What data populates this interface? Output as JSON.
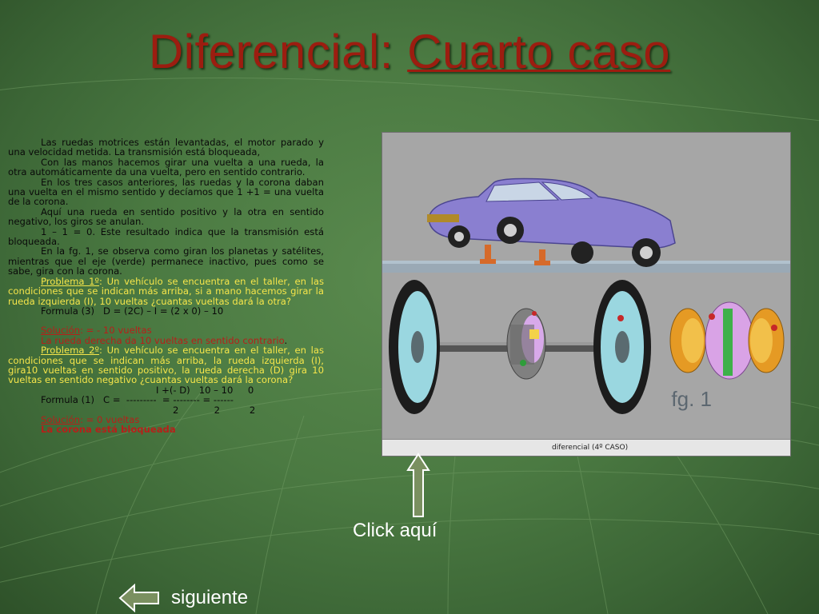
{
  "title": {
    "part1": "Diferencial: ",
    "part2": "Cuarto caso"
  },
  "body": {
    "p1": "Las ruedas motrices están levantadas, el motor parado y una velocidad metida. La transmisión está bloqueada,",
    "p2": "Con las manos hacemos girar una vuelta a una rueda, la otra automáticamente da una vuelta, pero en sentido contrario.",
    "p3": "En los tres casos anteriores, las ruedas y la corona daban una vuelta en el mismo sentido y decíamos que 1 +1 = una vuelta de la corona.",
    "p4": "Aquí una rueda en sentido positivo y la otra en sentido negativo, los giros se anulan.",
    "p5": "1 – 1 = 0. Este resultado indica que la transmisión está bloqueada.",
    "p6": "En la fg. 1, se observa como giran los planetas y satélites, mientras que el eje (verde) permanece inactivo, pues como se sabe, gira con la corona.",
    "prob1_label": "Problema 1º",
    "prob1_text": ": Un vehículo se encuentra en el taller, en las condiciones que se indican más arriba, si a mano hacemos girar la rueda izquierda (I), 10 vueltas ¿cuantas vueltas dará la otra?",
    "formula3": "Formula (3)   D = (2C) – I = (2 x 0) – 10",
    "sol1_label": "Solución",
    "sol1_text": ": = - 10 vueltas",
    "sol1_note_a": "La rueda derecha da 10 vueltas en sentido contrario",
    "sol1_note_b": ".",
    "prob2_label": "Problema 2º",
    "prob2_text": ": Un vehículo se encuentra en el taller, en las condiciones que se indican más arriba, la rueda izquierda (I), gira10 vueltas en sentido positivo, la rueda derecha (D) gira 10 vueltas en sentido negativo ¿cuantas vueltas dará la corona?",
    "f1_numer": "I +(- D)   10 – 10     0",
    "f1_main": "Formula (1)   C =  ---------  = -------- = ------",
    "f1_denom": "2            2          2",
    "sol2_label": "Solución",
    "sol2_text": ": = 0 vueltas",
    "sol2_note": "La corona está bloqueada"
  },
  "figure": {
    "caption": "diferencial (4º CASO)",
    "label": "fg. 1"
  },
  "links": {
    "click_here": "Click aquí",
    "next": "siguiente"
  },
  "colors": {
    "title": "#9c1d10",
    "highlight": "#f5e54a",
    "solution": "#b6201a",
    "arrow": "#7a9060"
  }
}
